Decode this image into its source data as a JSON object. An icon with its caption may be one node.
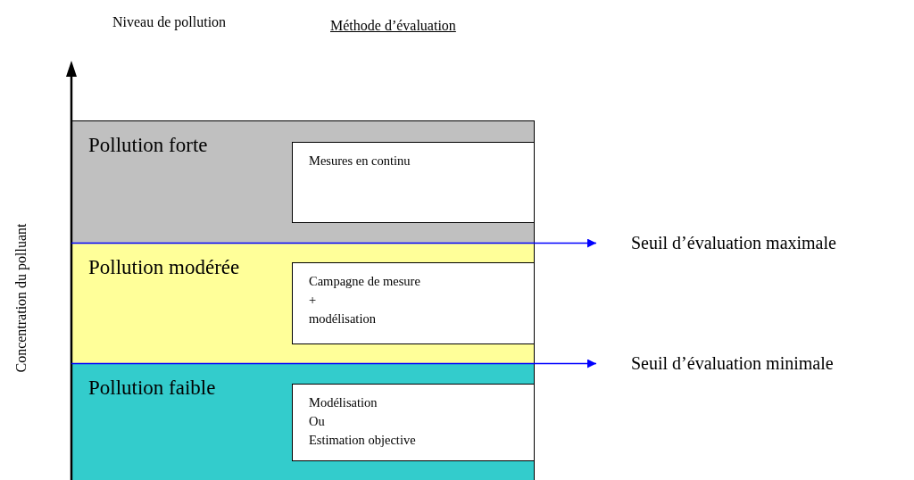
{
  "diagram": {
    "nodes": [
      {
        "text": [
          "Pollution forte"
        ]
      },
      {
        "text": [
          "Mesures en continu"
        ],
        "in": 0
      },
      {
        "text": [
          "Pollution modérée"
        ]
      },
      {
        "text": [
          "Campagne de mesure",
          "+",
          "modélisation"
        ],
        "in": 2
      },
      {
        "text": [
          "Pollution faible"
        ]
      },
      {
        "text": [
          "Modélisation",
          "Ou",
          "Estimation objective"
        ],
        "in": 4
      },
      {
        "text": [
          "Seuil d’évaluation maximale"
        ]
      },
      {
        "text": [
          "Seuil d’évaluation minimale"
        ]
      }
    ],
    "edges": [
      {
        "from": 2,
        "to": 6,
        "arrow": "to"
      },
      {
        "from": 4,
        "to": 7,
        "arrow": "to"
      }
    ],
    "labels": [
      "Niveau de pollution",
      "Méthode d’évaluation",
      "Concentration du polluant"
    ]
  }
}
